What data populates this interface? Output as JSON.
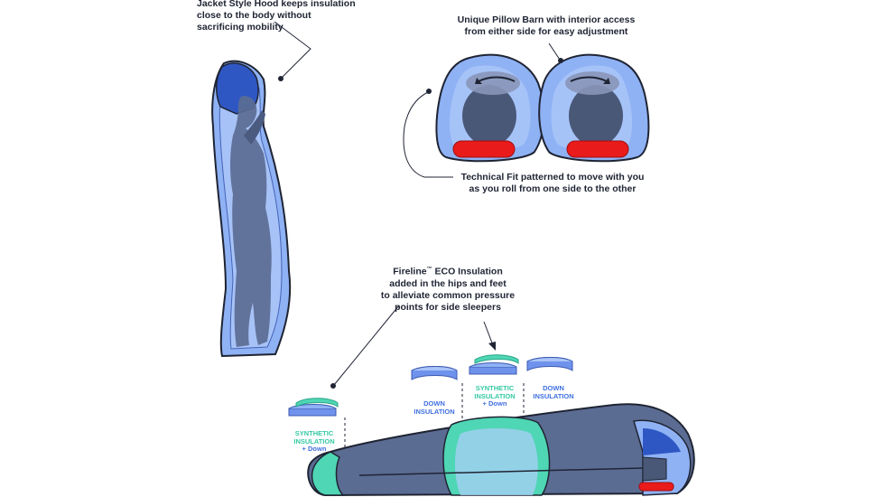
{
  "callouts": {
    "hood": [
      "Jacket Style Hood keeps insulation",
      "close to the body without",
      "sacrificing mobility"
    ],
    "pillow_barn": [
      "Unique Pillow Barn with interior access",
      "from either side for easy adjustment"
    ],
    "technical_fit": [
      "Technical Fit patterned to move with you",
      "as you roll from one side to the other"
    ],
    "fireline": {
      "brand": "Fireline",
      "trademark": "™",
      "rest_first_line": " ECO Insulation",
      "lines": [
        "added in the hips and feet",
        "to alleviate common pressure",
        "points for side sleepers"
      ]
    }
  },
  "insulation_labels": {
    "left": {
      "lines": [
        "SYNTHETIC",
        "INSULATION"
      ],
      "sub": "+ Down"
    },
    "mid_left": {
      "lines": [
        "DOWN",
        "INSULATION"
      ]
    },
    "mid": {
      "lines": [
        "SYNTHETIC",
        "INSULATION"
      ],
      "sub": "+ Down"
    },
    "right": {
      "lines": [
        "DOWN",
        "INSULATION"
      ]
    }
  },
  "colors": {
    "outline": "#1f2433",
    "bag_blue": "#8fb2f5",
    "body_slate": "#5b6c93",
    "synthetic_teal": "#4fd6b4",
    "down_blue": "#6f93ec",
    "pad_red": "#ea1b1b"
  }
}
